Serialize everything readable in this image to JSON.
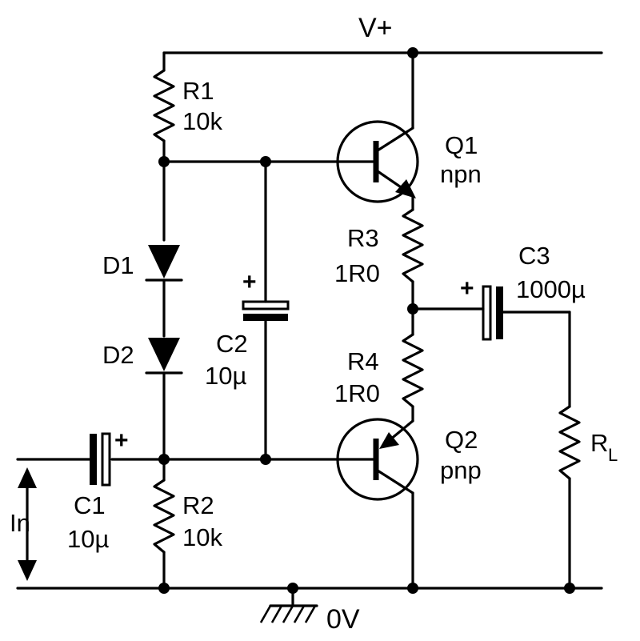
{
  "supply": {
    "positive_label": "V+",
    "ground_label": "0V"
  },
  "input": {
    "label": "In"
  },
  "components": {
    "r1": {
      "ref": "R1",
      "value": "10k"
    },
    "r2": {
      "ref": "R2",
      "value": "10k"
    },
    "r3": {
      "ref": "R3",
      "value": "1R0"
    },
    "r4": {
      "ref": "R4",
      "value": "1R0"
    },
    "rl": {
      "ref": "R",
      "sub": "L"
    },
    "d1": {
      "ref": "D1"
    },
    "d2": {
      "ref": "D2"
    },
    "c1": {
      "ref": "C1",
      "value": "10µ",
      "polarity": "+"
    },
    "c2": {
      "ref": "C2",
      "value": "10µ",
      "polarity": "+"
    },
    "c3": {
      "ref": "C3",
      "value": "1000µ",
      "polarity": "+"
    },
    "q1": {
      "ref": "Q1",
      "type": "npn"
    },
    "q2": {
      "ref": "Q2",
      "type": "pnp"
    }
  }
}
